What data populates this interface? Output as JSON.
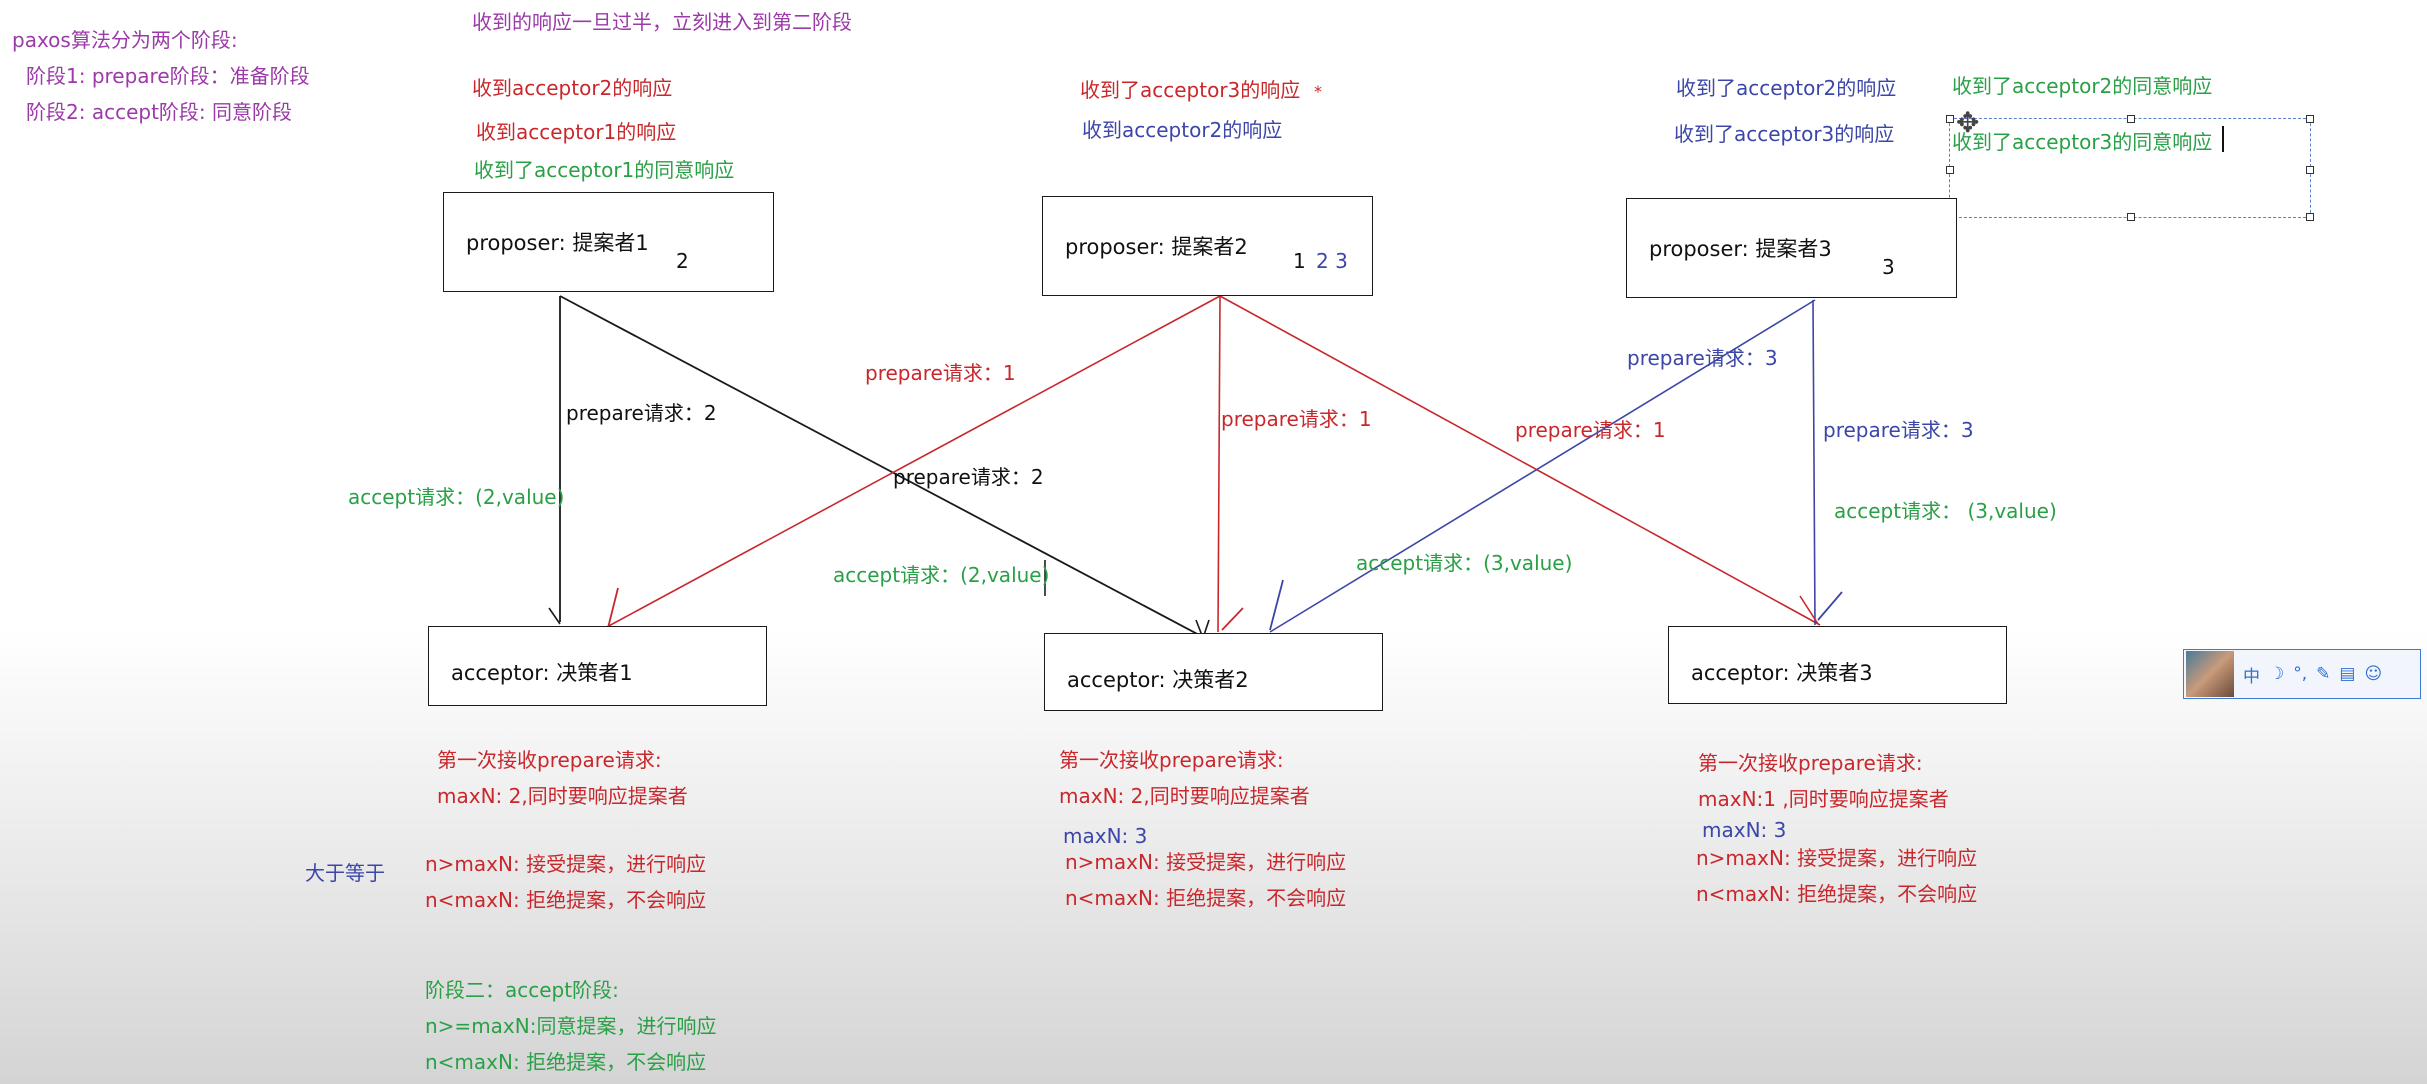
{
  "notes": {
    "title": "paxos算法分为两个阶段:",
    "phase1": "阶段1:    prepare阶段：准备阶段",
    "phase2": "阶段2:    accept阶段: 同意阶段",
    "majority": "收到的响应一旦过半，立刻进入到第二阶段",
    "gte": "大于等于"
  },
  "proposers": [
    {
      "label": "proposer: 提案者1",
      "numbers": "2"
    },
    {
      "label": "proposer: 提案者2",
      "numbers_black": "1",
      "numbers_blue": "2 3"
    },
    {
      "label": "proposer: 提案者3",
      "numbers": "3"
    }
  ],
  "acceptors": [
    {
      "label": "acceptor:   决策者1"
    },
    {
      "label": "acceptor:   决策者2"
    },
    {
      "label": "acceptor:   决策者3"
    }
  ],
  "responses": {
    "p1": [
      "收到acceptor2的响应",
      "收到acceptor1的响应",
      "收到了acceptor1的同意响应"
    ],
    "p2": [
      "收到了acceptor3的响应",
      "收到acceptor2的响应"
    ],
    "p3": [
      "收到了acceptor2的响应",
      "收到了acceptor3的响应"
    ],
    "p3_accept": [
      "收到了acceptor2的同意响应",
      "收到了acceptor3的同意响应"
    ]
  },
  "edge_labels": {
    "p1_prepare_a1": "prepare请求：2",
    "p1_prepare_a2": "prepare请求：2",
    "p2_prepare_a1": "prepare请求：1",
    "p2_prepare_a2": "prepare请求：1",
    "p2_prepare_a3": "prepare请求：1",
    "p3_prepare_a2": "prepare请求：3",
    "p3_prepare_a3": "prepare请求：3",
    "p1_accept_a1": "accept请求：(2,value)",
    "p1_accept_a2": "accept请求：(2,value)",
    "p3_accept_a2": "accept请求：(3,value)",
    "p3_accept_a3": "accept请求：    (3,value)"
  },
  "acceptor_notes": {
    "a1": {
      "first": "第一次接收prepare请求:",
      "maxn": "maxN: 2,同时要响应提案者",
      "gt": "n>maxN: 接受提案，进行响应",
      "lt": "n<maxN: 拒绝提案，不会响应"
    },
    "a2": {
      "first": "第一次接收prepare请求:",
      "maxn": "maxN: 2,同时要响应提案者",
      "maxn2": "maxN: 3",
      "gt": "n>maxN: 接受提案，进行响应",
      "lt": "n<maxN: 拒绝提案，不会响应"
    },
    "a3": {
      "first": "第一次接收prepare请求:",
      "maxn": "maxN:1 ,同时要响应提案者",
      "maxn2": "maxN: 3",
      "gt": "n>maxN: 接受提案，进行响应",
      "lt": "n<maxN: 拒绝提案，不会响应"
    }
  },
  "accept_phase": {
    "title": "阶段二：accept阶段:",
    "gte": "n>=maxN:同意提案，进行响应",
    "lt": "n<maxN: 拒绝提案，不会响应"
  },
  "ime_toolbar": {
    "lang": "中",
    "moon": "☽",
    "punct": "°,",
    "wrench": "✎",
    "clipboard": "▤",
    "smile": "☺"
  },
  "colors": {
    "black_wire": "#1a1a1a",
    "red_wire": "#c8282c",
    "blue_wire": "#3c46a8"
  }
}
